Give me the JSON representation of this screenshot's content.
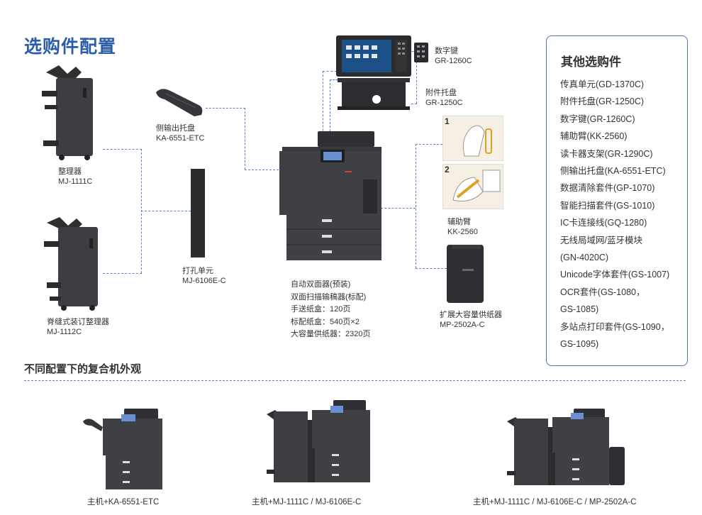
{
  "title": "选购件配置",
  "options": {
    "finisher_1": {
      "name": "整理器",
      "model": "MJ-1111C"
    },
    "finisher_2": {
      "name": "脊缝式装订整理器",
      "model": "MJ-1112C"
    },
    "side_tray": {
      "name": "侧输出托盘",
      "model": "KA-6551-ETC"
    },
    "punch_unit": {
      "name": "打孔单元",
      "model": "MJ-6106E-C"
    },
    "keypad": {
      "name": "数字键",
      "model": "GR-1260C"
    },
    "work_tray": {
      "name": "附件托盘",
      "model": "GR-1250C"
    },
    "assist_arm": {
      "name": "辅助臂",
      "model": "KK-2560"
    },
    "lcf": {
      "name": "扩展大容量供纸器",
      "model": "MP-2502A-C"
    }
  },
  "assist_steps": [
    "1",
    "2"
  ],
  "specs": [
    "自动双面器(预装)",
    "双面扫描输稿器(标配)",
    "手送纸盒：120页",
    "标配纸盒：540页×2",
    "大容量供纸器：2320页"
  ],
  "other_options": {
    "title": "其他选购件",
    "items": [
      "传真单元(GD-1370C)",
      "附件托盘(GR-1250C)",
      "数字键(GR-1260C)",
      "辅助臂(KK-2560)",
      "读卡器支架(GR-1290C)",
      "侧输出托盘(KA-6551-ETC)",
      "数据清除套件(GP-1070)",
      "智能扫描套件(GS-1010)",
      "IC卡连接线(GQ-1280)",
      "无线局域网/蓝牙模块",
      "(GN-4020C)",
      "Unicode字体套件(GS-1007)",
      "OCR套件(GS-1080，",
      "GS-1085)",
      "多站点打印套件(GS-1090，",
      "GS-1095)"
    ]
  },
  "configurations": {
    "title": "不同配置下的复合机外观",
    "items": [
      "主机+KA-6551-ETC",
      "主机+MJ-1111C / MJ-6106E-C",
      "主机+MJ-1111C / MJ-6106E-C / MP-2502A-C"
    ]
  },
  "colors": {
    "title": "#2b5da8",
    "dash": "#5a86c8",
    "panel_border": "#4b74b8",
    "device": "#3a3b3e"
  }
}
